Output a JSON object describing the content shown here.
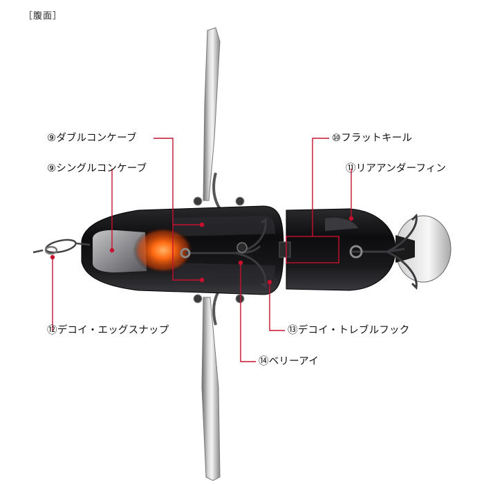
{
  "header": "［腹面］",
  "callouts": {
    "double_concave": "⑨ダブルコンケーブ",
    "single_concave": "⑨シングルコンケーブ",
    "flat_keel": "⑩フラットキール",
    "rear_under_fin": "⑪リアアンダーフィン",
    "egg_snap": "⑫デコイ・エッグスナップ",
    "treble_hook": "⑬デコイ・トレブルフック",
    "belly_eye": "⑭ベリーアイ"
  },
  "colors": {
    "leader": "#c8102e",
    "glow": "#ff6a10",
    "body": "#121214"
  }
}
